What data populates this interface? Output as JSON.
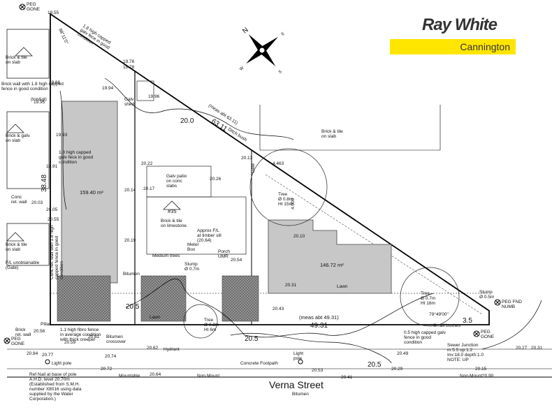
{
  "brand": {
    "name": "Ray White",
    "office": "Cannington"
  },
  "peg": {
    "gone": "PEG\nGONE",
    "fnd": "PEG FND\nNUMB"
  },
  "lots": {
    "left_area": "159.40 m²",
    "right_area": "146.72 m²",
    "house_no": "#35"
  },
  "dims": {
    "top_diag": "63.11",
    "top_diag_meas": "(meas abt 63.11)",
    "bottom": "49.31",
    "bottom_meas": "(meas abt 49.31)",
    "left": "38.48",
    "d20a": "20.0",
    "d20b": "20.5",
    "d20c": "20.5",
    "d20d": "20.5",
    "d35": "3.5",
    "d4463": "4.463",
    "d4000": "4.000"
  },
  "labels": {
    "house1": "Brick & tile\non slab",
    "house2": "Brick & galv.\non slab",
    "house3": "Brick & tile\non slab",
    "house_right": "Brick & tile\non slab",
    "house_center": "Brick & tile\non limestone.",
    "fence_top": "1.8 high capped\ngalv fece in good\ncondition",
    "fence_mid": "1.8 high capped\ngalv fece in good\ncondition",
    "wall_left": "Brick wall with 1.8 high capped\nfence in good condition",
    "galv_shed": "Galv\nshed",
    "galv_patio": "Galv patio\non conc\nslabs",
    "approx_fl": "Approx F/L\nat timber sill\n(20.64)",
    "meter": "Meter\nBox",
    "porch": "Porch\nUMR",
    "medium_trees": "Medium trees",
    "stump1": "Stump\nØ 0.7m",
    "bitumen": "Bitumen",
    "lawn1": "Lawn",
    "lawn2": "Lawn",
    "tree1": "Tree\nØ 0.8m\nHt 15m",
    "tree2": "Tree\nØ 0.7m\nHt 18m",
    "tree3": "Tree\nØ 0.3m\nHt 6m",
    "fu_gate": "F/L unobtainable\n(Gate)",
    "conc_wall": "Conc\nret. wall",
    "conc_wall2": "Conc ret. wall with 1.8 high\ncapped fence in good\ncondition",
    "brick_wall": "Brick\nret. wall",
    "pillar": "Pillar",
    "fibro_fence": "1.1 high fibro fence\nin average condition\nwith thick creeper",
    "bitumen_crossover": "Bitumen\ncrossover",
    "hydrant": "Hydrant",
    "light_pole": "Light pole",
    "light_pole2": "Light\npole",
    "conc_footpath": "Concrete Footpath",
    "mountable": "Mountable",
    "non_mount": "Non-Mount",
    "non_mount2": "Non-Mount",
    "fence_low": "0.5 high capped galv\nfence in good\ncondition",
    "small_bushes": "Small bushes",
    "sewer": "Sewer Junction\nm:5.5 up:1.2\nInv:18.0 depth:1.0\nNOTE: UP",
    "stump2": "Stump\nØ 0.5m",
    "ditch_bush": "Ditch bush",
    "ref_nail": "Ref Nail at base of pole\nA.H.D. level  20.70m\n(Established from S.M.H.\nnumber X8016 using data\nsupplied by the Water\nCorporation.)",
    "street": "Verna Street",
    "street_sub": "Bitumen",
    "topgl": "(top&gl)",
    "angle1": "79°49'00\"",
    "angle2": "88°11'0\"",
    "gate": "Gate"
  },
  "levels": [
    "19.55",
    "19.76",
    "19.78",
    "19.94",
    "19.93",
    "19.96",
    "19.66",
    "19.95",
    "19.91",
    "20.03",
    "20.05",
    "20.10",
    "20.13",
    "20.14",
    "20.17",
    "20.19",
    "20.22",
    "20.26",
    "20.31",
    "20.41",
    "20.43",
    "20.49",
    "20.53",
    "20.54",
    "20.55",
    "20.56",
    "20.59",
    "20.62",
    "20.64",
    "20.72",
    "20.74",
    "20.77",
    "20.82",
    "20.84",
    "20.90",
    "20.15",
    "20.27",
    "20.29",
    "20.31"
  ]
}
